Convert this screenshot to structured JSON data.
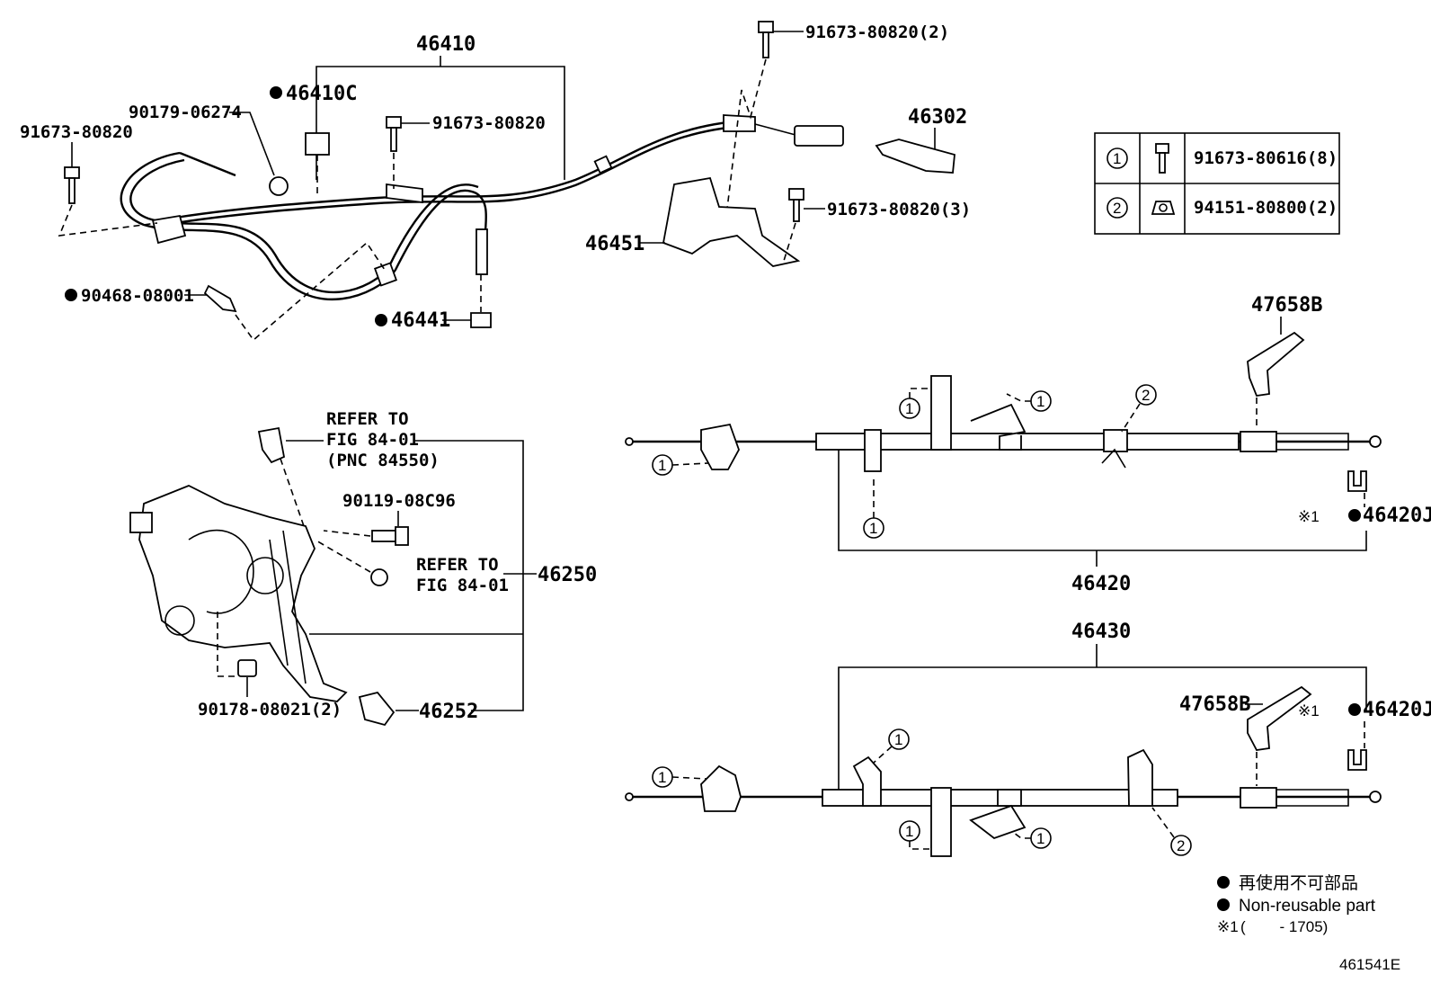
{
  "labels": {
    "p46410": "46410",
    "p46410c": "46410C",
    "p90179": "90179-06274",
    "p91673_a": "91673-80820",
    "p91673_b": "91673-80820",
    "p91673_c": "91673-80820(2)",
    "p91673_d": "91673-80820(3)",
    "p46302": "46302",
    "p46451": "46451",
    "p90468": "90468-08001",
    "p46441": "46441",
    "p47658b_a": "47658B",
    "p47658b_b": "47658B",
    "p46420j_a": "46420J",
    "p46420j_b": "46420J",
    "p46420": "46420",
    "p46430": "46430",
    "p46250": "46250",
    "p46252": "46252",
    "p90119": "90119-08C96",
    "p90178": "90178-08021(2)",
    "refer1_l1": "REFER TO",
    "refer1_l2": "FIG 84-01",
    "refer1_l3": "(PNC 84550)",
    "refer2_l1": "REFER TO",
    "refer2_l2": "FIG 84-01",
    "circ1": "1",
    "circ2": "2",
    "ref1_mark": "※1"
  },
  "legend_table": {
    "rows": [
      {
        "num": "1",
        "part": "91673-80616(8)"
      },
      {
        "num": "2",
        "part": "94151-80800(2)"
      }
    ]
  },
  "footnotes": {
    "jp": "再使用不可部品",
    "en": "Non-reusable part",
    "ref_mark": "※1",
    "ref_range": "(        - 1705)"
  },
  "figure_code": "461541E"
}
